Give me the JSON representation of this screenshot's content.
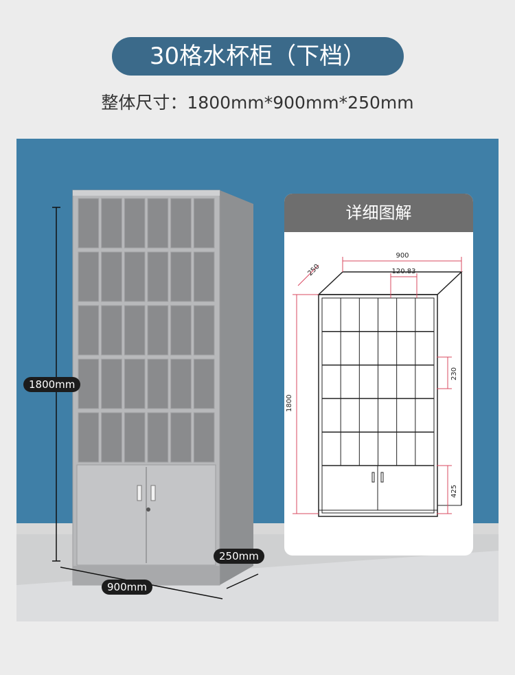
{
  "header": {
    "title": "30格水杯柜（下档）"
  },
  "specs": {
    "overall_size": "整体尺寸：1800mm*900mm*250mm"
  },
  "photo": {
    "height_label": "1800mm",
    "width_label": "900mm",
    "depth_label": "250mm",
    "grid_rows": 5,
    "grid_cols": 6
  },
  "detail": {
    "title": "详细图解",
    "dim_width": "900",
    "dim_depth": "250",
    "dim_cell_width": "120.83",
    "dim_height": "1800",
    "dim_cell_height": "230",
    "dim_door_height": "425"
  },
  "colors": {
    "title_bg": "#3b6a8a",
    "wall": "#3f7fa7",
    "cabinet": "#b8b9bb",
    "dim_red": "#d9485f"
  }
}
